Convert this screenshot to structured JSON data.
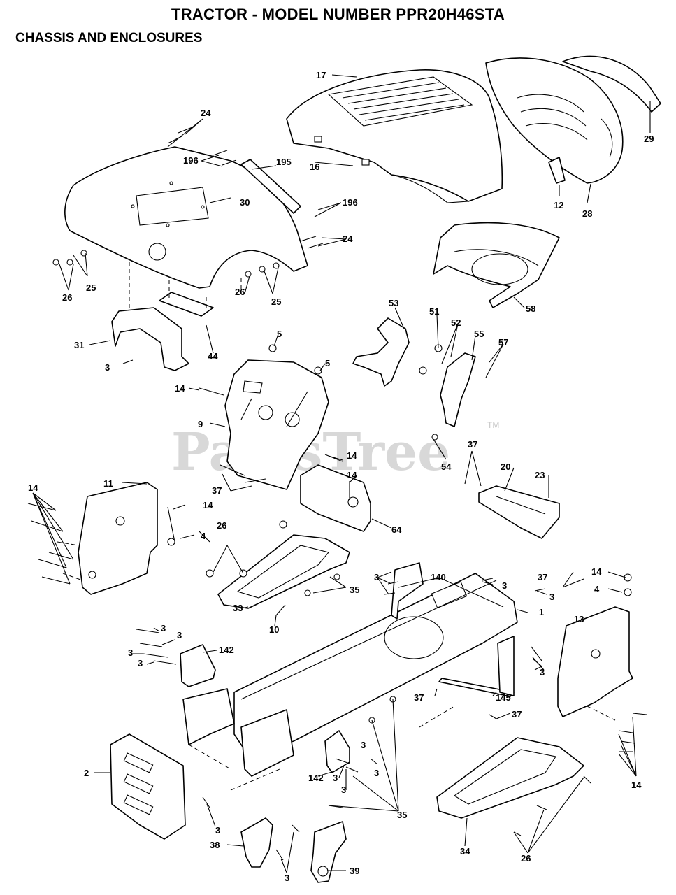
{
  "header": {
    "title": "TRACTOR - MODEL NUMBER PPR20H46STA",
    "subtitle": "CHASSIS AND ENCLOSURES"
  },
  "watermark": {
    "text": "PartsTree",
    "tm": "TM"
  },
  "callouts": {
    "p17": "17",
    "p16": "16",
    "p29": "29",
    "p12": "12",
    "p28": "28",
    "p24a": "24",
    "p196a": "196",
    "p195": "195",
    "p196b": "196",
    "p30": "30",
    "p24b": "24",
    "p25a": "25",
    "p26a": "26",
    "p26b": "26",
    "p25b": "25",
    "p58": "58",
    "p53": "53",
    "p51": "51",
    "p52": "52",
    "p55": "55",
    "p57": "57",
    "p31": "31",
    "p44": "44",
    "p3a": "3",
    "p5a": "5",
    "p5b": "5",
    "p14a": "14",
    "p9": "9",
    "p14b": "14",
    "p54": "54",
    "p37a": "37",
    "p20": "20",
    "p23": "23",
    "p37b": "37",
    "p14c": "14",
    "p11": "11",
    "p14d": "14",
    "p14e": "14",
    "p4a": "4",
    "p64": "64",
    "p37c": "37",
    "p26c": "26",
    "p35a": "35",
    "p3b": "3",
    "p140": "140",
    "p3c": "3",
    "p14f": "14",
    "p4b": "4",
    "p3d": "3",
    "p1": "1",
    "p13": "13",
    "p33": "33",
    "p10": "10",
    "p3e": "3",
    "p3f": "3",
    "p142a": "142",
    "p3g": "3",
    "p3h": "3",
    "p3i": "3",
    "p37d": "37",
    "p145": "145",
    "p37e": "37",
    "p3j": "3",
    "p2": "2",
    "p142b": "142",
    "p3k": "3",
    "p3l": "3",
    "p3m": "3",
    "p35b": "35",
    "p3n": "3",
    "p14g": "14",
    "p38": "38",
    "p3o": "3",
    "p39": "39",
    "p34": "34",
    "p26d": "26"
  }
}
